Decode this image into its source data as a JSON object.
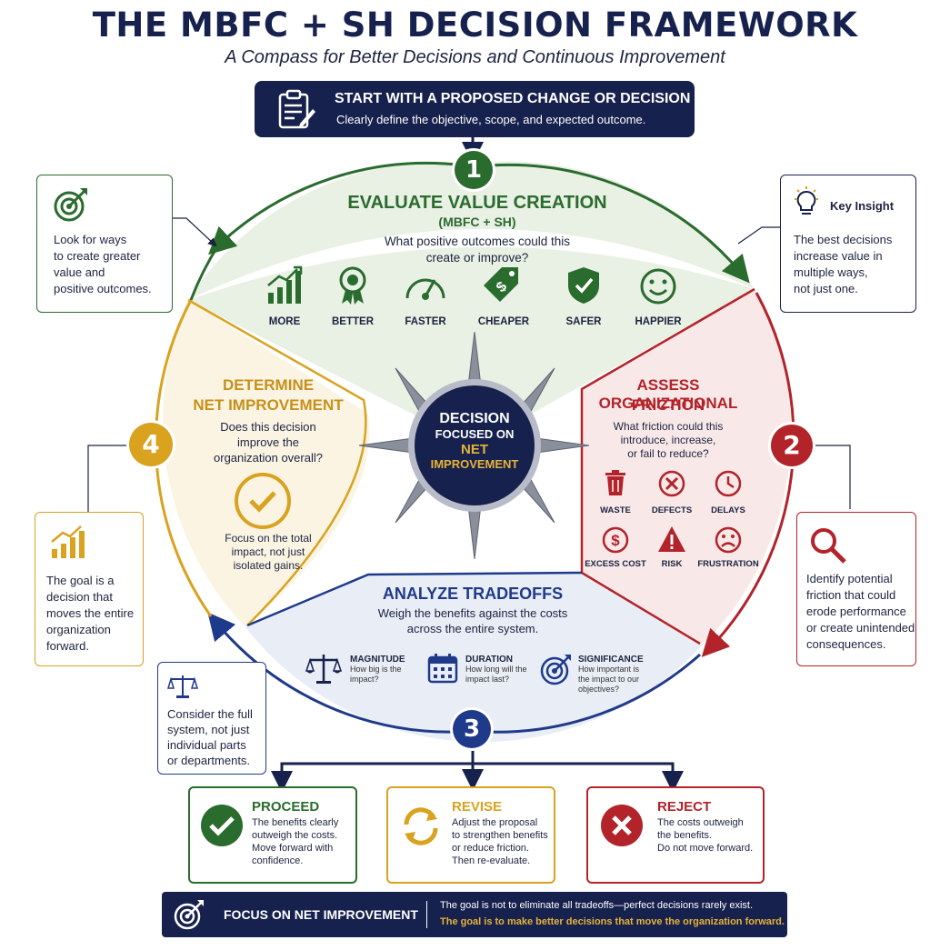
{
  "header": {
    "title": "THE MBFC + SH DECISION FRAMEWORK",
    "subtitle": "A Compass for Better Decisions and Continuous Improvement"
  },
  "start": {
    "heading": "START WITH A PROPOSED CHANGE OR DECISION",
    "text": "Clearly define the objective, scope, and expected outcome.",
    "icon": "clipboard-icon"
  },
  "center": {
    "line1": "DECISION",
    "line2": "FOCUSED ON",
    "line3": "NET",
    "line4": "IMPROVEMENT"
  },
  "step1": {
    "number": "1",
    "title": "EVALUATE VALUE CREATION",
    "title2": "(MBFC + SH)",
    "q1": "What positive outcomes could this",
    "q2": "create or improve?",
    "items": [
      {
        "label": "MORE",
        "icon": "bar-chart-icon"
      },
      {
        "label": "BETTER",
        "icon": "ribbon-icon"
      },
      {
        "label": "FASTER",
        "icon": "speedometer-icon"
      },
      {
        "label": "CHEAPER",
        "icon": "price-tag-icon"
      },
      {
        "label": "SAFER",
        "icon": "shield-check-icon"
      },
      {
        "label": "HAPPIER",
        "icon": "smiley-icon"
      }
    ]
  },
  "step2": {
    "number": "2",
    "title1": "ASSESS ORGANIZATIONAL",
    "title2": "FRICTION",
    "q1": "What friction could this",
    "q2": "introduce, increase,",
    "q3": "or fail to reduce?",
    "items": [
      {
        "label": "WASTE",
        "icon": "trash-icon"
      },
      {
        "label": "DEFECTS",
        "icon": "x-circle-icon"
      },
      {
        "label": "DELAYS",
        "icon": "clock-icon"
      },
      {
        "label": "EXCESS COST",
        "icon": "dollar-icon"
      },
      {
        "label": "RISK",
        "icon": "warning-icon"
      },
      {
        "label": "FRUSTRATION",
        "icon": "frown-icon"
      }
    ]
  },
  "step3": {
    "number": "3",
    "title": "ANALYZE TRADEOFFS",
    "q1": "Weigh the benefits against the costs",
    "q2": "across the entire system.",
    "items": [
      {
        "label": "MAGNITUDE",
        "d1": "How big is the",
        "d2": "impact?",
        "icon": "scale-icon"
      },
      {
        "label": "DURATION",
        "d1": "How long will the",
        "d2": "impact last?",
        "icon": "calendar-icon"
      },
      {
        "label": "SIGNIFICANCE",
        "d1": "How important is",
        "d2": "the impact to our",
        "d3": "objectives?",
        "icon": "target-icon"
      }
    ]
  },
  "step4": {
    "number": "4",
    "title1": "DETERMINE",
    "title2": "NET IMPROVEMENT",
    "q1": "Does this decision",
    "q2": "improve the",
    "q3": "organization overall?",
    "n1": "Focus on the total",
    "n2": "impact, not just",
    "n3": "isolated gains."
  },
  "side": {
    "tl": [
      "Look for ways",
      "to create greater",
      "value and",
      "positive outcomes."
    ],
    "tr": {
      "heading": "Key Insight",
      "lines": [
        "The best decisions",
        "increase value in",
        "multiple ways,",
        "not just one."
      ]
    },
    "ml": [
      "The goal is a",
      "decision that",
      "moves the entire",
      "organization",
      "forward."
    ],
    "mr": [
      "Identify potential",
      "friction that could",
      "erode performance",
      "or create unintended",
      "consequences."
    ],
    "bl": [
      "Consider the full",
      "system, not just",
      "individual parts",
      "or departments."
    ]
  },
  "outcomes": [
    {
      "title": "PROCEED",
      "lines": [
        "The benefits clearly",
        "outweigh the costs.",
        "Move forward with",
        "confidence."
      ],
      "color": "#2a6b2e"
    },
    {
      "title": "REVISE",
      "lines": [
        "Adjust the proposal",
        "to strengthen benefits",
        "or reduce friction.",
        "Then re-evaluate."
      ],
      "color": "#d9a21f"
    },
    {
      "title": "REJECT",
      "lines": [
        "The costs outweigh",
        "the benefits.",
        "Do not move forward."
      ],
      "color": "#b3232a"
    }
  ],
  "footer": {
    "label": "FOCUS ON NET IMPROVEMENT",
    "line1": "The goal is not to eliminate all tradeoffs—perfect decisions rarely exist.",
    "line2": "The goal is to make better decisions that move the organization forward."
  },
  "colors": {
    "navy": "#16214d",
    "green": "#2a6b2e",
    "red": "#b3232a",
    "gold": "#d9a21f",
    "blue": "#1f3a8a"
  }
}
